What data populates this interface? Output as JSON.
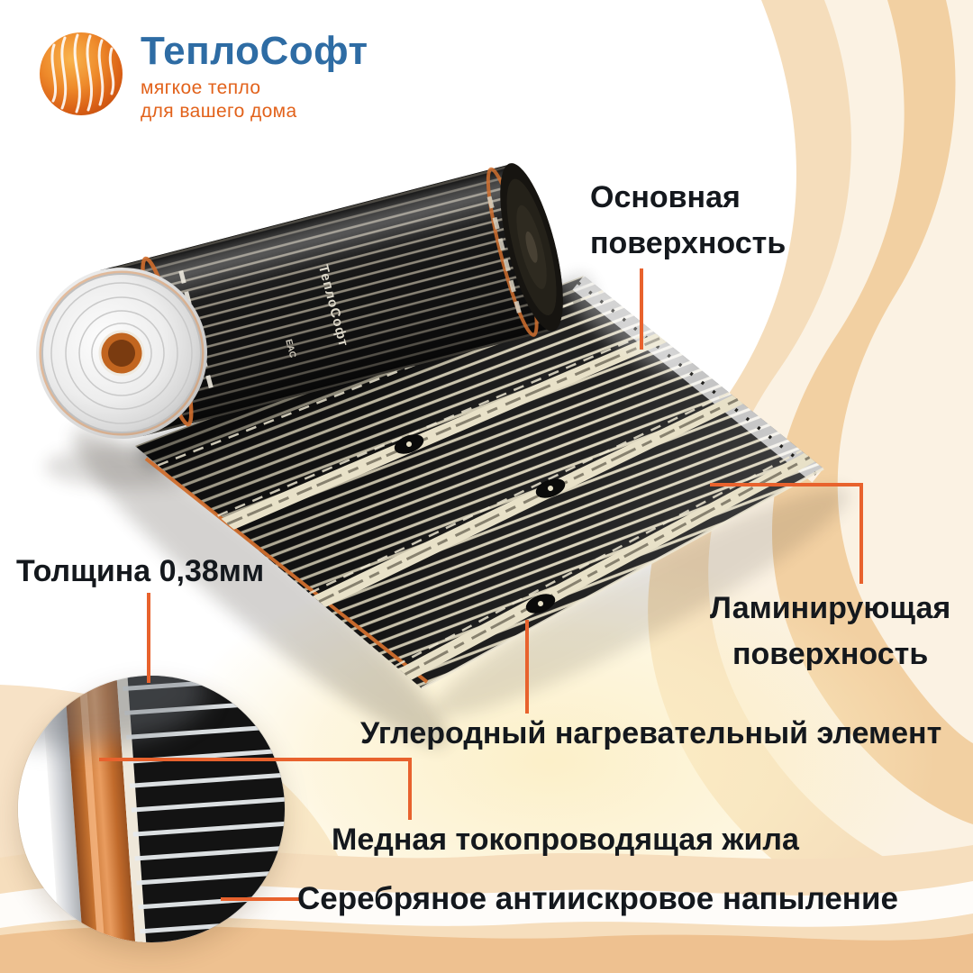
{
  "brand": {
    "name": "ТеплоСофт",
    "tagline_line1": "мягкое тепло",
    "tagline_line2": "для вашего дома"
  },
  "colors": {
    "accent_orange": "#E8622D",
    "brand_blue": "#2E6CA4",
    "tagline_orange": "#E2621B",
    "label_text": "#14181D",
    "copper": "#C4712F",
    "film_black": "#141414",
    "film_gap_cream": "#D8D1B8",
    "foil_silver": "#E8E8E8",
    "wave_peach_light": "#F5DDBB",
    "wave_peach_deep": "#F2D0A2",
    "wave_cream": "#FBF2E3",
    "wave_bottom_deep": "#EEC190"
  },
  "callouts": {
    "main_surface": {
      "line1": "Основная",
      "line2": "поверхность"
    },
    "thickness": {
      "text": "Толщина 0,38мм"
    },
    "laminating": {
      "line1": "Ламинирующая",
      "line2": "поверхность"
    },
    "carbon": {
      "text": "Углеродный нагревательный элемент"
    },
    "copper": {
      "text": "Медная токопроводящая жила"
    },
    "silver": {
      "text": "Серебряное антиискровое напыление"
    }
  },
  "film": {
    "roll_print": "ТеплоСофт",
    "cert_mark": "ЕАС"
  }
}
